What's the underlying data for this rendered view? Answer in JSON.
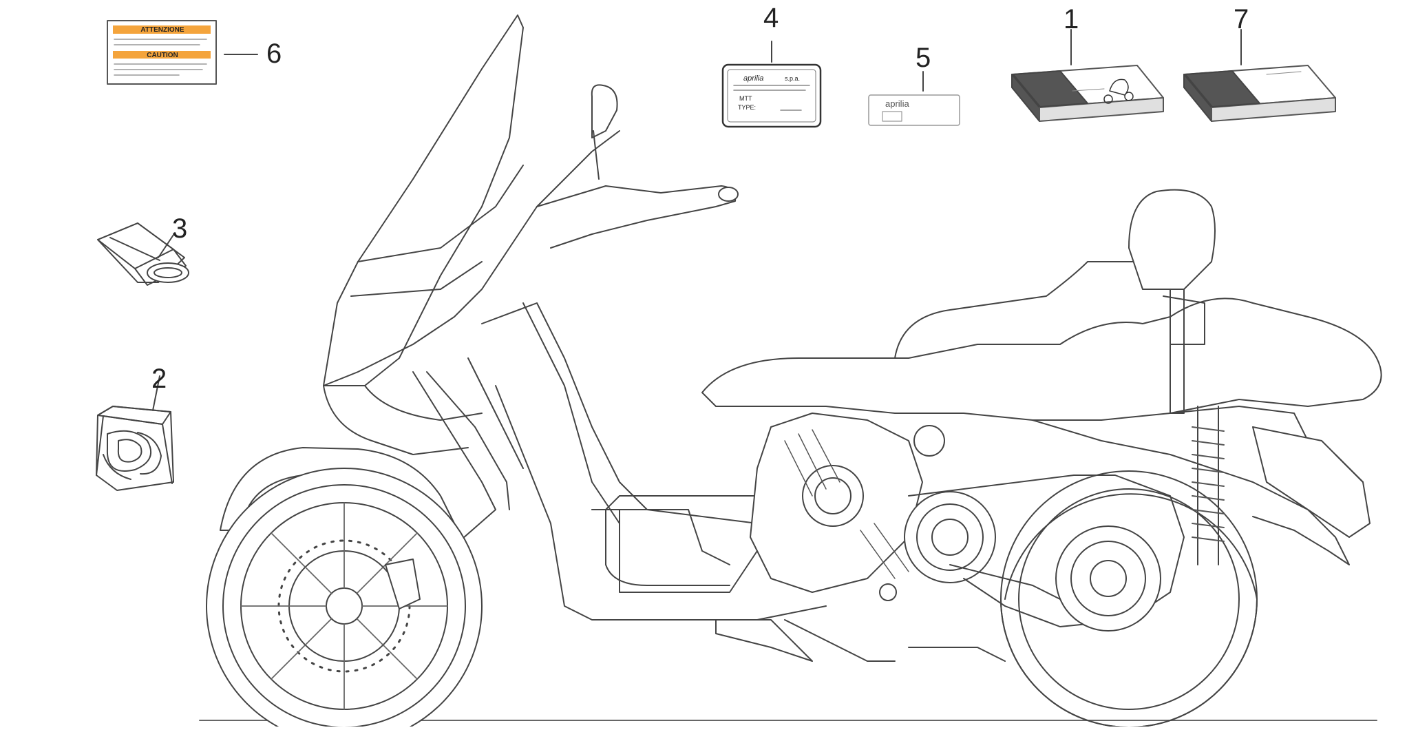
{
  "diagram": {
    "callouts": [
      {
        "id": "1",
        "label": "1",
        "part": "owner-manual-book"
      },
      {
        "id": "2",
        "label": "2",
        "part": "tool-kit-bag"
      },
      {
        "id": "3",
        "label": "3",
        "part": "tool-pouch"
      },
      {
        "id": "4",
        "label": "4",
        "part": "identification-plate"
      },
      {
        "id": "5",
        "label": "5",
        "part": "brand-plate"
      },
      {
        "id": "6",
        "label": "6",
        "part": "warning-label"
      },
      {
        "id": "7",
        "label": "7",
        "part": "service-book"
      }
    ]
  },
  "labels": {
    "warning_title": "ATTENZIONE",
    "warning_sub": "CAUTION",
    "plate_brand": "aprilia",
    "plate_sa": "s.p.a.",
    "plate_mtt": "MTT",
    "plate_type": "TYPE:",
    "brand_plate_text": "aprilia"
  },
  "colors": {
    "line": "#444444",
    "warning_orange": "#f4a43c",
    "book_dark": "#555555",
    "book_light": "#e6e6e6"
  }
}
